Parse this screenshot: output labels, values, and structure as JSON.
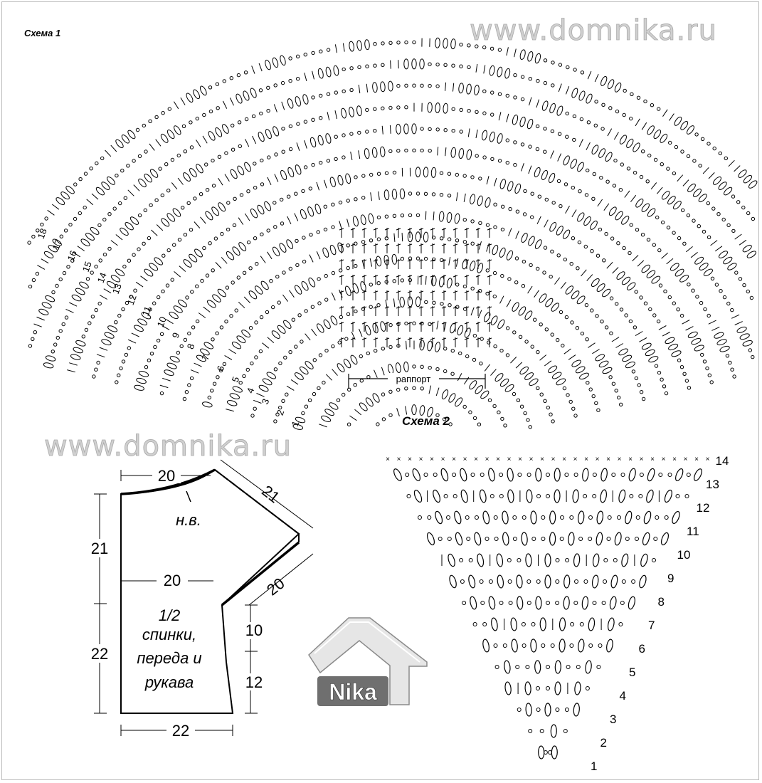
{
  "watermark": {
    "site": "www.domnika.ru",
    "logo": "Nika"
  },
  "scheme1": {
    "title": "Схема 1",
    "rapport_label": "раппорт",
    "row_labels": [
      "1",
      "2",
      "3",
      "4",
      "5",
      "6",
      "7",
      "8",
      "9",
      "10",
      "11",
      "12",
      "13",
      "14",
      "15",
      "16",
      "17",
      "18"
    ]
  },
  "scheme2": {
    "title": "Схема 2",
    "row_labels": [
      "1",
      "2",
      "3",
      "4",
      "5",
      "6",
      "7",
      "8",
      "9",
      "10",
      "11",
      "12",
      "13",
      "14"
    ]
  },
  "pattern": {
    "neckline_label": "н.в.",
    "piece_line1": "1/2",
    "piece_line2": "спинки,",
    "piece_line3": "переда и",
    "piece_line4": "рукава",
    "dims": {
      "top_width": "20",
      "shoulder": "21",
      "upper_height": "21",
      "middle_width": "20",
      "sleeve_edge": "20",
      "lower_height": "22",
      "side_upper": "10",
      "side_lower": "12",
      "bottom_width": "22"
    }
  }
}
